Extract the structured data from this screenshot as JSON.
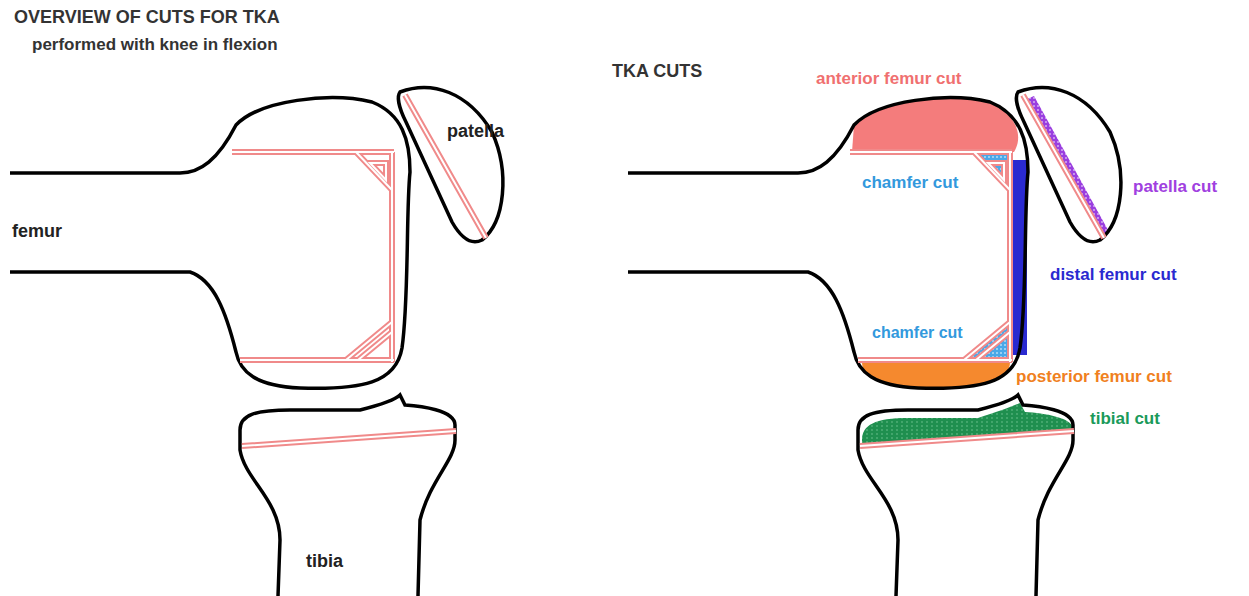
{
  "diagram": {
    "title": "OVERVIEW OF CUTS FOR TKA",
    "labels": [
      "performed with knee in flexion",
      "femur",
      "patella",
      "tibia",
      "TKA CUTS",
      "anterior femur cut",
      "chamfer cut",
      "patella cut",
      "distal femur cut",
      "chamfer cut",
      "posterior femur cut",
      "tibial cut"
    ]
  }
}
